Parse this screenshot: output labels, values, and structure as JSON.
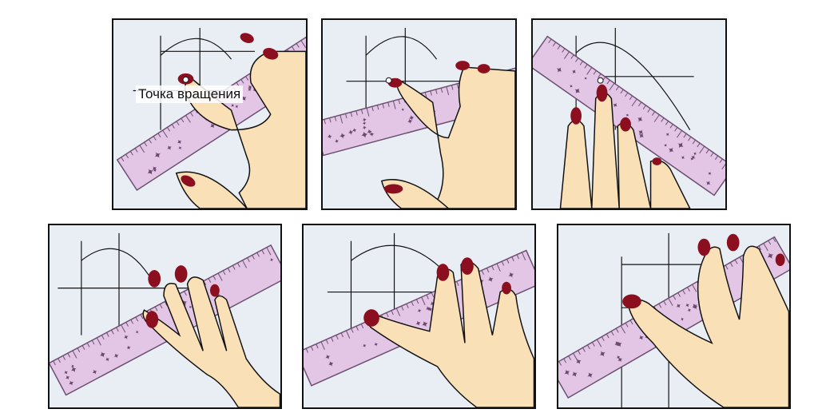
{
  "annotation": {
    "pivot_label": "Точка вращения"
  },
  "colors": {
    "panel_bg": "#e9eef5",
    "ruler": "#e3c6e6",
    "ruler_stroke": "#6b4f70",
    "sparkle": "#6e4a72",
    "skin": "#fae0b6",
    "skin_shadow": "#b9c4d4",
    "nail": "#8b0f1f",
    "outline": "#111111"
  },
  "panels": [
    {
      "id": "1",
      "step": "pivot-marked"
    },
    {
      "id": "2",
      "step": "ruler-on-pivot"
    },
    {
      "id": "3",
      "step": "rotate-down"
    },
    {
      "id": "4",
      "step": "rotate-up-1"
    },
    {
      "id": "5",
      "step": "rotate-up-2"
    },
    {
      "id": "6",
      "step": "rotate-up-3"
    }
  ]
}
